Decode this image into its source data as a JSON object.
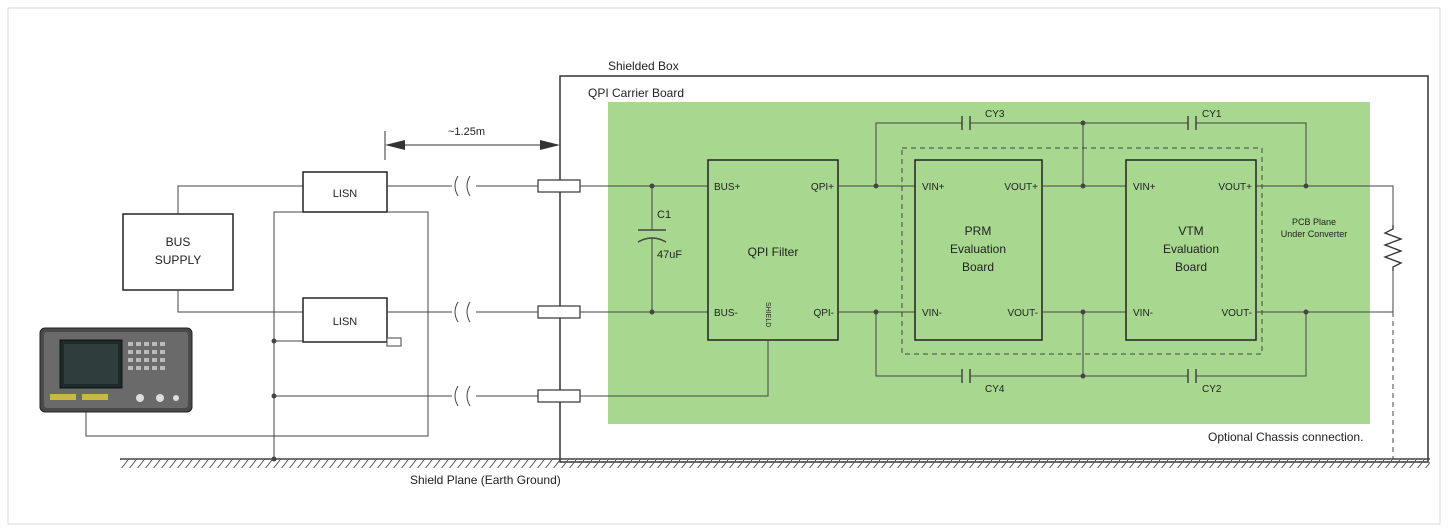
{
  "labels": {
    "shielded_box": "Shielded Box",
    "carrier_board": "QPI Carrier Board",
    "distance": "~1.25m",
    "lisn_top": "LISN",
    "lisn_bottom": "LISN",
    "bus_supply_line1": "BUS",
    "bus_supply_line2": "SUPPLY",
    "c1_name": "C1",
    "c1_value": "47uF",
    "filter_name": "QPI Filter",
    "filter_bus_plus": "BUS+",
    "filter_bus_minus": "BUS-",
    "filter_qpi_plus": "QPI+",
    "filter_qpi_minus": "QPI-",
    "filter_shield": "SHIELD",
    "prm_vin_plus": "VIN+",
    "prm_vin_minus": "VIN-",
    "prm_vout_plus": "VOUT+",
    "prm_vout_minus": "VOUT-",
    "prm_line1": "PRM",
    "prm_line2": "Evaluation",
    "prm_line3": "Board",
    "vtm_vin_plus": "VIN+",
    "vtm_vin_minus": "VIN-",
    "vtm_vout_plus": "VOUT+",
    "vtm_vout_minus": "VOUT-",
    "vtm_line1": "VTM",
    "vtm_line2": "Evaluation",
    "vtm_line3": "Board",
    "cy1": "CY1",
    "cy2": "CY2",
    "cy3": "CY3",
    "cy4": "CY4",
    "pcb_plane_line1": "PCB Plane",
    "pcb_plane_line2": "Under Converter",
    "chassis": "Optional Chassis connection.",
    "shield_plane": "Shield Plane (Earth Ground)"
  },
  "colors": {
    "carrier_board": "#a8d890",
    "wire": "#444444",
    "analyzer_body": "#3a3a3a"
  },
  "icons": {
    "analyzer": "spectrum-analyzer-icon",
    "load": "resistor-icon",
    "break": "cable-break-icon"
  }
}
